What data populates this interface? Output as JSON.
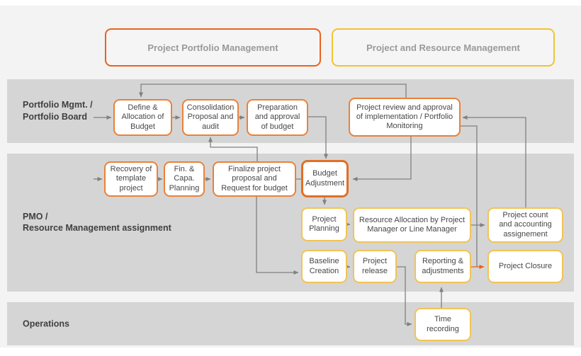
{
  "headers": {
    "ppm": "Project Portfolio Management",
    "prm": "Project and Resource Management"
  },
  "lanes": {
    "portfolio": {
      "label": "Portfolio Mgmt. /\nPortfolio Board"
    },
    "pmo": {
      "label": "PMO /\nResource Management assignment"
    },
    "operations": {
      "label": "Operations"
    }
  },
  "nodes": {
    "define_budget": {
      "label": "Define & Allocation of Budget"
    },
    "consolidation": {
      "label": "Consolidation Proposal and audit"
    },
    "preparation": {
      "label": "Preparation and approval of budget"
    },
    "review_monitoring": {
      "label": "Project review and approval of implementation / Portfolio Monitoring"
    },
    "recovery_template": {
      "label": "Recovery of template project"
    },
    "fin_capa": {
      "label": "Fin. & Capa. Planning"
    },
    "finalize_proposal": {
      "label": "Finalize project proposal and Request for budget"
    },
    "budget_adjustment": {
      "label": "Budget Adjustment"
    },
    "project_planning": {
      "label": "Project Planning"
    },
    "resource_allocation": {
      "label": "Resource Allocation by Project Manager or Line Manager"
    },
    "project_count": {
      "label": "Project count and accounting assignement"
    },
    "baseline_creation": {
      "label": "Baseline Creation"
    },
    "project_release": {
      "label": "Project release"
    },
    "reporting_adjustments": {
      "label": "Reporting & adjustments"
    },
    "project_closure": {
      "label": "Project Closure"
    },
    "time_recording": {
      "label": "Time recording"
    }
  },
  "colors": {
    "orange_box_border": "#ea8139",
    "orange_bold_border": "#e26f24",
    "yellow_box_border": "#f0c457",
    "ppm_header_border": "#e8621f",
    "prm_header_border": "#f0c432",
    "connector_gray": "#808080",
    "connector_orange": "#e8611c",
    "lane_background": "#d5d5d5"
  }
}
